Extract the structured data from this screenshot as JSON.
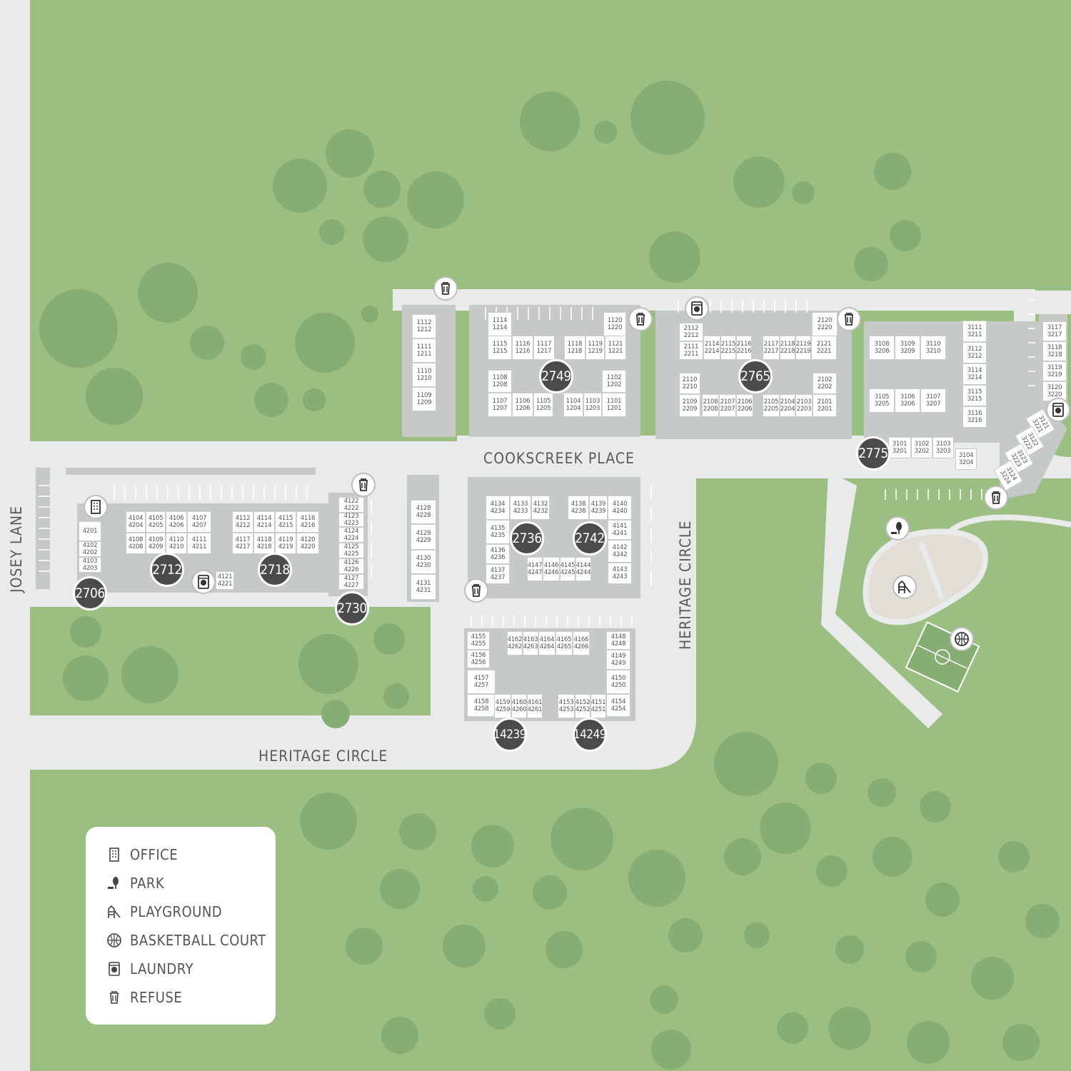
{
  "roads": {
    "josey_lane": "JOSEY LANE",
    "cookscreek_place": "COOKSCREEK PLACE",
    "heritage_circle_bottom": "HERITAGE CIRCLE",
    "heritage_circle_vertical": "HERITAGE CIRCLE"
  },
  "legend": {
    "office": "OFFICE",
    "park": "PARK",
    "playground": "PLAYGROUND",
    "basketball": "BASKETBALL COURT",
    "laundry": "LAUNDRY",
    "refuse": "REFUSE"
  },
  "buildings": [
    "2706",
    "2712",
    "2718",
    "2730",
    "2736",
    "2742",
    "2749",
    "2765",
    "2775",
    "14239",
    "14249"
  ],
  "units": [
    "1112\n1212",
    "1111\n1211",
    "1110\n1210",
    "1109\n1209",
    "1114\n1214",
    "1115\n1215",
    "1116\n1216",
    "1117\n1217",
    "1118\n1218",
    "1119\n1219",
    "1121\n1221",
    "1120\n1220",
    "1108\n1208",
    "1107\n1207",
    "1106\n1206",
    "1105\n1205",
    "1104\n1204",
    "1103\n1203",
    "1101\n1201",
    "1102\n1202",
    "2112\n2212",
    "2111\n2211",
    "2114\n2214",
    "2115\n2215",
    "2116\n2216",
    "2117\n2217",
    "2118\n2218",
    "2119\n2219",
    "2121\n2221",
    "2120\n2220",
    "2110\n2210",
    "2109\n2209",
    "2108\n2208",
    "2107\n2207",
    "2106\n2206",
    "2105\n2205",
    "2104\n2204",
    "2103\n2203",
    "2101\n2201",
    "2102\n2202",
    "3108\n3208",
    "3109\n3209",
    "3110\n3210",
    "3105\n3205",
    "3106\n3206",
    "3107\n3207",
    "3111\n3211",
    "3112\n3212",
    "3114\n3214",
    "3115\n3215",
    "3116\n3216",
    "3101\n3201",
    "3102\n3202",
    "3103\n3203",
    "3104\n3204",
    "3117\n3217",
    "3118\n3218",
    "3119\n3219",
    "3120\n3220",
    "3121\n3221",
    "3122\n3222",
    "3123\n3223",
    "3124\n3224",
    "4201",
    "4102\n4202",
    "4103\n4203",
    "4104\n4204",
    "4105\n4205",
    "4106\n4206",
    "4107\n4207",
    "4108\n4208",
    "4109\n4209",
    "4110\n4210",
    "4111\n4211",
    "4112\n4212",
    "4114\n4214",
    "4115\n4215",
    "4116\n4216",
    "4117\n4217",
    "4118\n4218",
    "4119\n4219",
    "4120\n4220",
    "4121\n4221",
    "4122\n4222",
    "4123\n4223",
    "4124\n4224",
    "4125\n4225",
    "4126\n4226",
    "4127\n4227",
    "4128\n4228",
    "4129\n4229",
    "4130\n4230",
    "4131\n4231",
    "4134\n4234",
    "4133\n4233",
    "4132\n4232",
    "4135\n4235",
    "4136\n4236",
    "4137\n4237",
    "4138\n4238",
    "4139\n4239",
    "4140\n4240",
    "4141\n4241",
    "4142\n4242",
    "4143\n4243",
    "4147\n4247",
    "4146\n4246",
    "4145\n4245",
    "4144\n4244",
    "4155\n4255",
    "4156\n4256",
    "4157\n4257",
    "4158\n4258",
    "4162\n4262",
    "4163\n4263",
    "4164\n4264",
    "4165\n4265",
    "4166\n4266",
    "4159\n4259",
    "4160\n4260",
    "4161\n4261",
    "4148\n4248",
    "4149\n4249",
    "4150\n4250",
    "4154\n4254",
    "4153\n4253",
    "4152\n4252",
    "4151\n4251"
  ],
  "colors": {
    "grass": "#9bbf83",
    "trees": "#86ad72",
    "road": "#e9ebea",
    "pad": "#c6cac6",
    "building_marker": "#4b4b4b"
  },
  "icons": [
    "office-icon",
    "park-icon",
    "playground-icon",
    "basketball-icon",
    "laundry-icon",
    "refuse-icon"
  ]
}
